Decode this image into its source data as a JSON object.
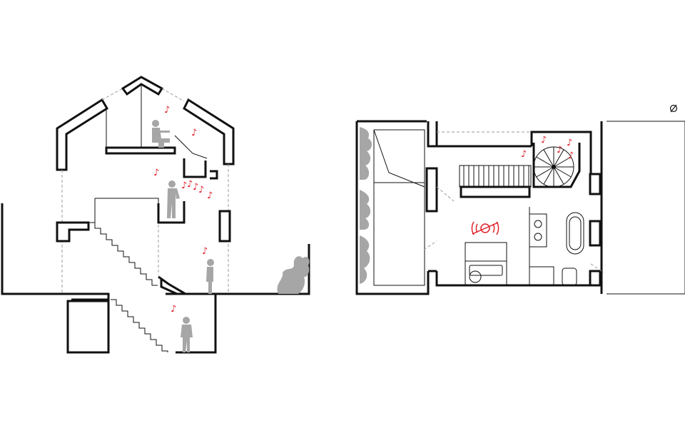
{
  "colors": {
    "wall": "#111111",
    "dash": "#9a9a9a",
    "figure": "#a6a6a6",
    "note": "#e0202a",
    "background": "#ffffff"
  },
  "section": {
    "music_glyph": "♪",
    "figures": [
      "person-seated-attic",
      "person-standing-mezzanine",
      "person-standing-ground",
      "person-standing-basement"
    ],
    "tree": "tree-silhouette"
  },
  "plan": {
    "music_glyph": "♪",
    "speaker_icon": "speaker-icon",
    "north_icon": "north-arrow-icon",
    "rooms": [
      "bedroom",
      "bathroom",
      "spiral-stair",
      "straight-stair",
      "roof-terrace",
      "balcony-hedge"
    ]
  }
}
